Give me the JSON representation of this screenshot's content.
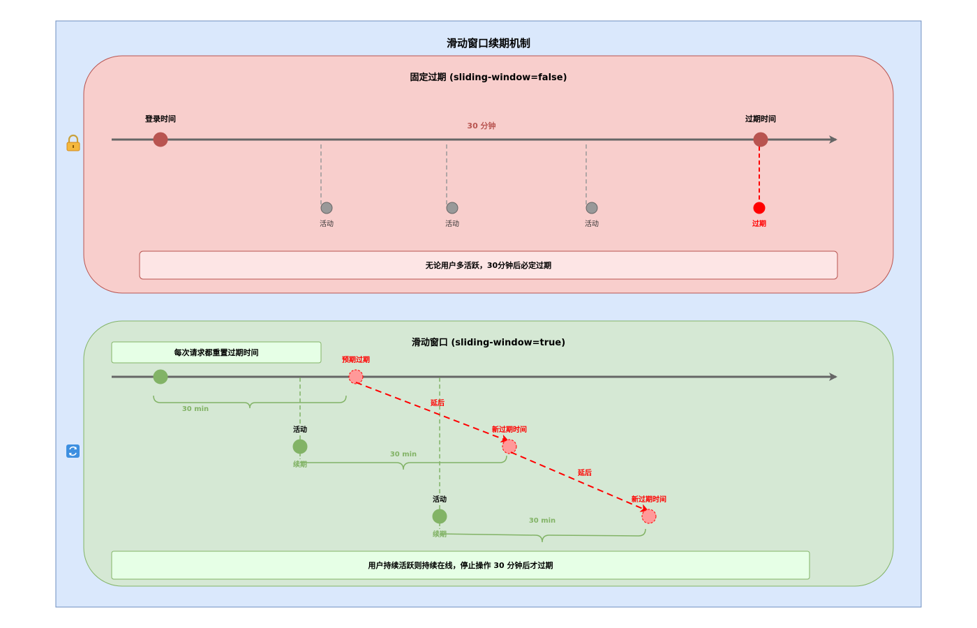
{
  "title": "滑动窗口续期机制",
  "fixed": {
    "title": "固定过期 (sliding-window=false)",
    "icon": "lock-icon",
    "login_label": "登录时间",
    "expire_label": "过期时间",
    "duration_label": "30 分钟",
    "activity_labels": [
      "活动",
      "活动",
      "活动"
    ],
    "expired_label": "过期",
    "note": "无论用户多活跃，30分钟后必定过期"
  },
  "sliding": {
    "title": "滑动窗口 (sliding-window=true)",
    "icon": "refresh-icon",
    "reset_note": "每次请求都重置过期时间",
    "expected_expire": "预期过期",
    "delay_labels": [
      "延后",
      "延后"
    ],
    "new_expire_labels": [
      "新过期时间",
      "新过期时间"
    ],
    "window_labels": [
      "30 min",
      "30 min",
      "30 min"
    ],
    "activity_labels": [
      "活动",
      "活动"
    ],
    "renew_labels": [
      "续期",
      "续期"
    ],
    "note": "用户持续活跃则持续在线，停止操作 30 分钟后才过期"
  },
  "colors": {
    "outer_bg": "#dae8fc",
    "outer_border": "#6c8ebf",
    "fixed_bg": "#f8cecc",
    "fixed_border": "#b85450",
    "sliding_bg": "#d5e8d4",
    "sliding_border": "#82b366",
    "axis": "#666666",
    "alert": "#ff0000"
  }
}
